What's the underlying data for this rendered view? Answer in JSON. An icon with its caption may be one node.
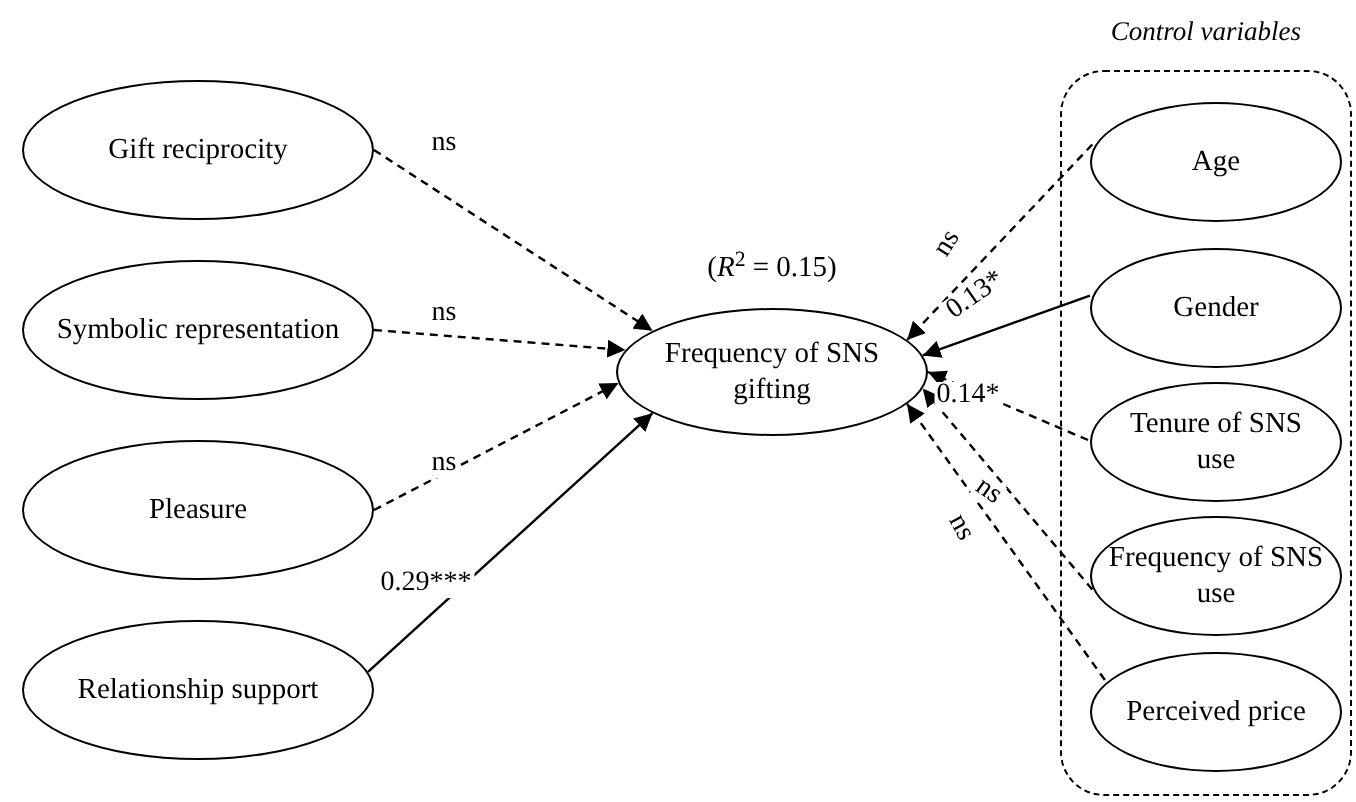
{
  "diagram": {
    "nodes": [
      {
        "text": [
          "Gift reciprocity"
        ]
      },
      {
        "text": [
          "Symbolic representation"
        ]
      },
      {
        "text": [
          "Pleasure"
        ]
      },
      {
        "text": [
          "Relationship support"
        ]
      },
      {
        "text": [
          "Frequency of SNS gifting"
        ],
        "beside": [
          "(*R*$^{2}$ = 0.15)"
        ]
      },
      {
        "text": [
          "Control variables"
        ]
      },
      {
        "text": [
          "Age"
        ],
        "in": 5
      },
      {
        "text": [
          "Gender"
        ],
        "in": 5
      },
      {
        "text": [
          "Tenure of SNS use"
        ],
        "in": 5
      },
      {
        "text": [
          "Frequency of SNS use"
        ],
        "in": 5
      },
      {
        "text": [
          "Perceived price"
        ],
        "in": 5
      }
    ],
    "edges": [
      {
        "from": 0,
        "to": 4,
        "arrow": "to",
        "label": "ns",
        "style": "dashed"
      },
      {
        "from": 1,
        "to": 4,
        "arrow": "to",
        "label": "ns",
        "style": "dashed"
      },
      {
        "from": 2,
        "to": 4,
        "arrow": "to",
        "label": "ns",
        "style": "dashed"
      },
      {
        "from": 3,
        "to": 4,
        "arrow": "to",
        "label": "0.29***"
      },
      {
        "from": 6,
        "to": 4,
        "arrow": "to",
        "label": "ns",
        "style": "dashed"
      },
      {
        "from": 7,
        "to": 4,
        "arrow": "to",
        "label": "0.13*"
      },
      {
        "from": 8,
        "to": 4,
        "arrow": "to",
        "label": "0.14*",
        "style": "dashed"
      },
      {
        "from": 9,
        "to": 4,
        "arrow": "to",
        "label": "ns",
        "style": "dashed"
      },
      {
        "from": 10,
        "to": 4,
        "arrow": "to",
        "label": "ns",
        "style": "dashed"
      }
    ]
  }
}
